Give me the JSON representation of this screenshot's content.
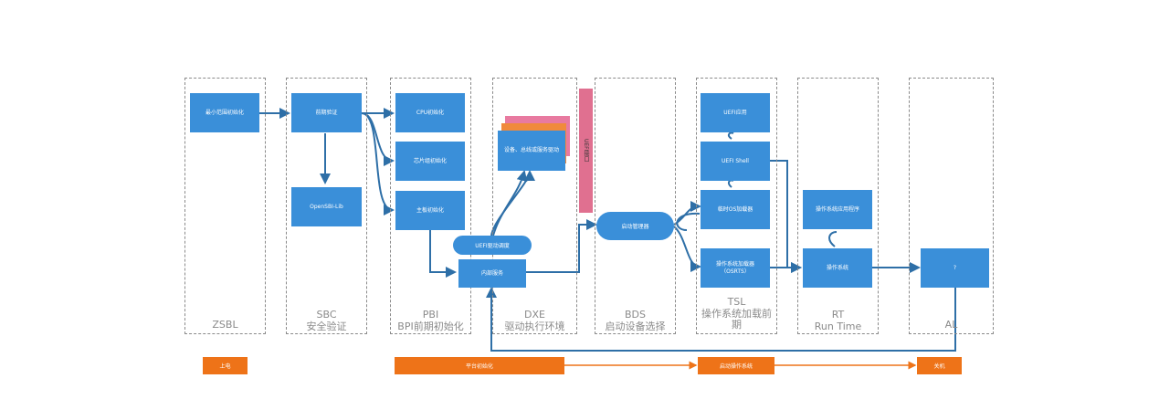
{
  "phases": {
    "zsbl": {
      "line1": "ZSBL",
      "line2": ""
    },
    "sbc": {
      "line1": "SBC",
      "line2": "安全验证"
    },
    "pbi": {
      "line1": "PBI",
      "line2": "BPI前期初始化"
    },
    "dxe": {
      "line1": "DXE",
      "line2": "驱动执行环境"
    },
    "bds": {
      "line1": "BDS",
      "line2": "启动设备选择"
    },
    "tsl": {
      "line1": "TSL",
      "line2": "操作系统加载前期"
    },
    "rt": {
      "line1": "RT",
      "line2": "Run Time"
    },
    "al": {
      "line1": "AL",
      "line2": ""
    }
  },
  "nodes": {
    "min_init": "最小范围初始化",
    "pre_verify": "前期验证",
    "opensbi": "OpenSBI-Lib",
    "cpu_init": "CPU初始化",
    "chipset_init": "芯片组初始化",
    "board_init": "主板初始化",
    "device_driver": "设备、总线或服务驱动",
    "uefi_dispatcher": "UEFI驱动调度",
    "internal_service": "内部服务",
    "uefi_interface": "UEFI接口",
    "boot_manager": "启动管理器",
    "uefi_app": "UEFI应用",
    "uefi_shell": "UEFI Shell",
    "transient_os_loader": "临时OS加载器",
    "os_loader": "操作系统加载器（OSRTS）",
    "os_app": "操作系统应用程序",
    "os": "操作系统",
    "al_box": "?"
  },
  "timeline": {
    "power_on": "上电",
    "platform_init": "平台初始化",
    "os_boot": "启动操作系统",
    "shutdown": "关机"
  },
  "colors": {
    "node": "#3a8fd9",
    "arrow": "#2e6fa7",
    "timeline": "#ee7318",
    "stack_a": "#e87aa0",
    "stack_b": "#f08a3c",
    "uefi_bar": "#e07090",
    "phase_border": "#8a8a8a"
  }
}
